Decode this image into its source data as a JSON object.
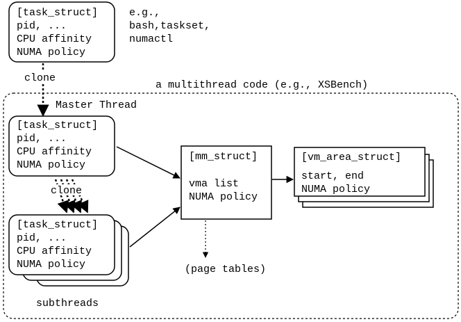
{
  "top_process": {
    "lines": [
      "[task_struct]",
      "pid, ...",
      "CPU affinity",
      "NUMA policy"
    ]
  },
  "examples": {
    "lines": [
      "e.g.,",
      "bash,taskset,",
      "numactl"
    ]
  },
  "clone_top_label": "clone",
  "multithread_label": "a multithread code (e.g., XSBench)",
  "master_thread_label": "Master Thread",
  "master_task": {
    "lines": [
      "[task_struct]",
      "pid, ...",
      "CPU affinity",
      "NUMA policy"
    ]
  },
  "clone_sub_label": "clone",
  "sub_task": {
    "lines": [
      "[task_struct]",
      "pid, ...",
      "CPU affinity",
      "NUMA policy"
    ]
  },
  "subthreads_label": "subthreads",
  "mm_struct": {
    "title": "[mm_struct]",
    "lines": [
      "vma list",
      "NUMA policy"
    ]
  },
  "vm_area_struct": {
    "title": "[vm_area_struct]",
    "lines": [
      "start, end",
      "NUMA policy"
    ]
  },
  "page_tables_label": "(page tables)"
}
